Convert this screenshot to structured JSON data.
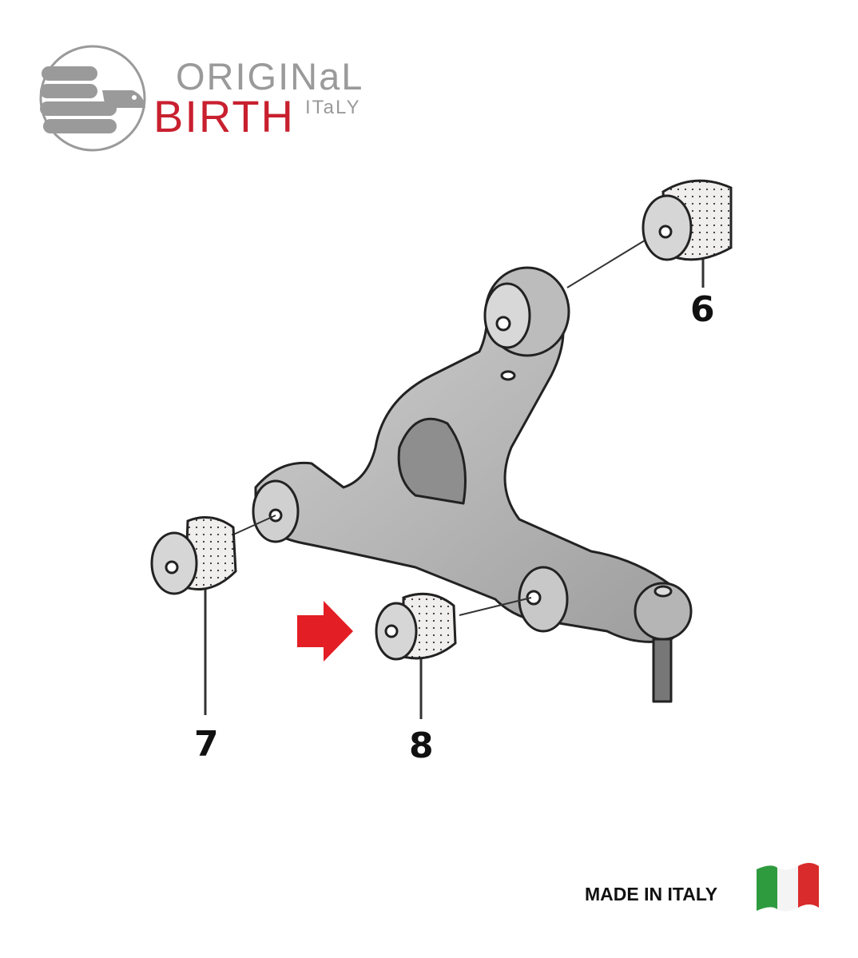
{
  "logo": {
    "line1": "ORIGINaL",
    "line2": "BIRTH",
    "suffix": "ITaLY"
  },
  "callouts": {
    "part6": "6",
    "part7": "7",
    "part8": "8"
  },
  "footer": {
    "made_in": "MADE IN ITALY"
  },
  "colors": {
    "brand_red": "#c8202f",
    "logo_gray": "#9a9a9a",
    "arrow_red": "#e31e24",
    "flag_green": "#2e9b3f",
    "flag_red": "#d92b2b"
  }
}
